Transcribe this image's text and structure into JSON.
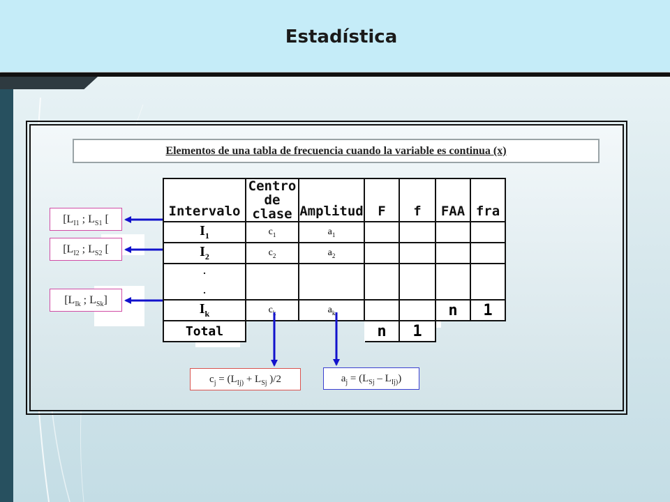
{
  "page": {
    "title": "Estadística"
  },
  "panel": {
    "subtitle": "Elementos de una tabla de frecuencia cuando la variable es continua (x)"
  },
  "table": {
    "headers": {
      "intervalo": "Intervalo",
      "centro_line1": "Centro",
      "centro_line2": "de clase",
      "amplitud": "Amplitud",
      "F": "F",
      "f": "f",
      "FAA": "FAA",
      "fra": "fra"
    },
    "rows": [
      {
        "intervalo": "I",
        "intervalo_sub": "1",
        "centro": "c",
        "centro_sub": "1",
        "amplitud": "a",
        "amplitud_sub": "1"
      },
      {
        "intervalo": "I",
        "intervalo_sub": "2",
        "centro": "c",
        "centro_sub": "2",
        "amplitud": "a",
        "amplitud_sub": "2"
      },
      {
        "dots": "."
      },
      {
        "intervalo": "I",
        "intervalo_sub": "k",
        "centro": "c",
        "centro_sub": "k",
        "amplitud": "a",
        "amplitud_sub": "k",
        "faa": "n",
        "fra": "1"
      }
    ],
    "total": {
      "label": "Total",
      "F": "n",
      "f": "1"
    }
  },
  "intervals": [
    {
      "open": "[L",
      "lsub": "I1",
      "sep": " ;  L",
      "rsub": "S1",
      "close": " ["
    },
    {
      "open": "[L",
      "lsub": "I2",
      "sep": " ;  L",
      "rsub": "S2",
      "close": " ["
    },
    {
      "open": "[L",
      "lsub": "Ik",
      "sep": " ;  L",
      "rsub": "Sk",
      "close": "]"
    }
  ],
  "formulas": {
    "c": {
      "a": "c",
      "a_sub": "j",
      "b": " = (L",
      "b_sub": "Ij)",
      "c": " + L",
      "c_sub": "Sj",
      "d": " )/2"
    },
    "a": {
      "a": "a",
      "a_sub": "j",
      "b": " = (L",
      "b_sub": "Sj",
      "c": " – L",
      "c_sub": "Ij)",
      "d": ")"
    }
  },
  "colors": {
    "header_bg": "#c5ecf8",
    "left_bar": "#27505f",
    "arrow": "#1212cc",
    "pink_border": "#d04ca5"
  }
}
